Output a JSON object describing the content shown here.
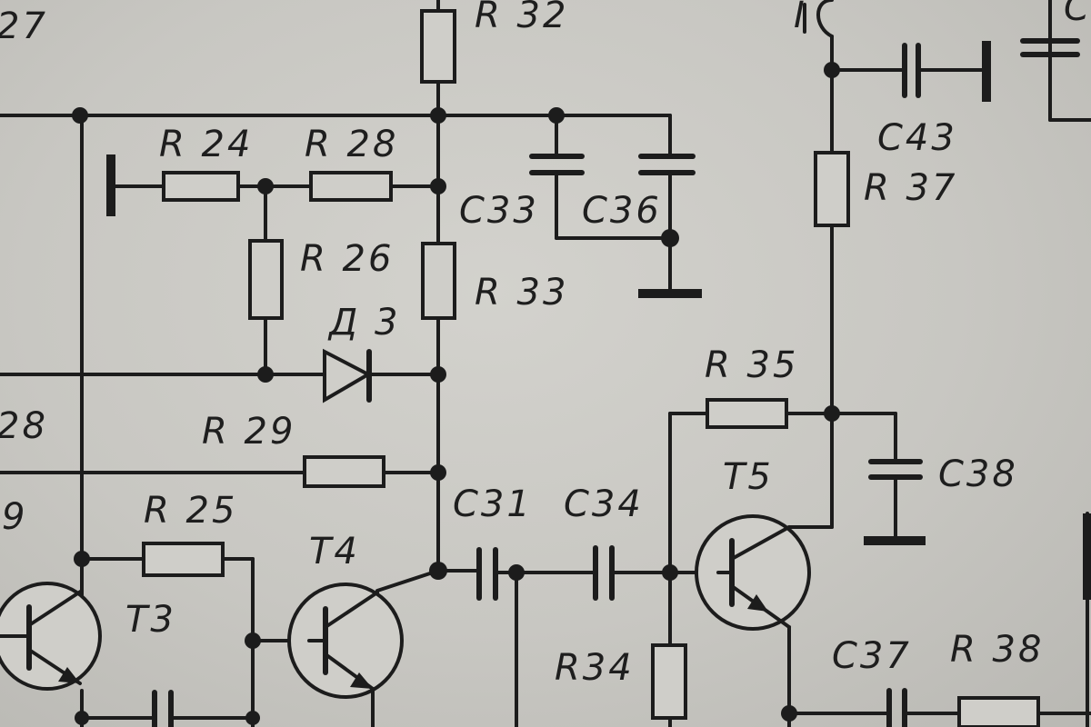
{
  "diagram": {
    "components": {
      "r27_fragment": "27",
      "r32": "R 32",
      "r24": "R 24",
      "r28": "R 28",
      "r26": "R 26",
      "r33": "R 33",
      "c33": "C33",
      "c36": "C36",
      "d3": "Д 3",
      "r28_fragment": "28",
      "r29": "R 29",
      "r29_fragment": "9",
      "r25": "R 25",
      "t3": "T3",
      "t4": "T4",
      "c31": "C31",
      "c34": "C34",
      "r34": "R34",
      "t5": "T5",
      "r35": "R 35",
      "c38": "C38",
      "c43": "C43",
      "r37": "R 37",
      "c37": "C37",
      "r38": "R 38",
      "c_fragment": "C",
      "top_fragment": "I"
    }
  }
}
